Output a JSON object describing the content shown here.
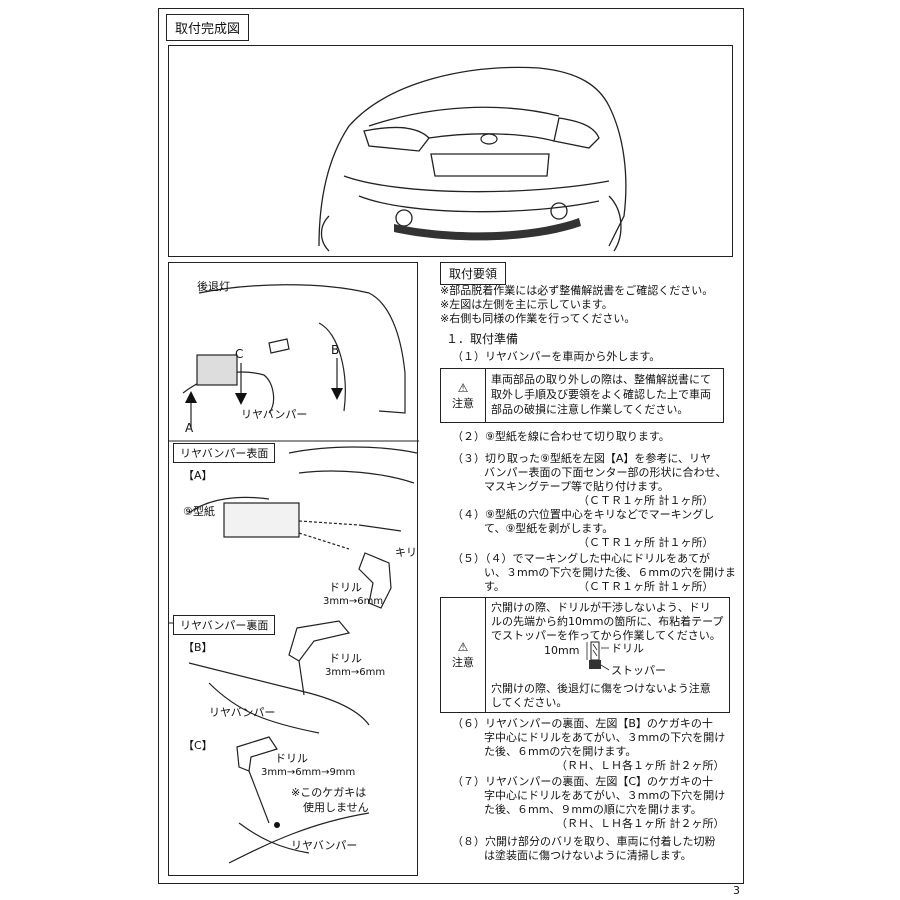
{
  "title": "取付完成図",
  "left_panel": {
    "light_label": "後退灯",
    "label_c": "C",
    "label_b": "B",
    "label_a": "A",
    "bumper_label_1": "リヤバンパー",
    "front_header": "リヤバンパー表面",
    "front_sub": "【A】",
    "template_label": "⑨型紙",
    "awl_label": "キリ",
    "drill_label_1": "ドリル",
    "drill_size_1": "3mm→6mm",
    "back_header": "リヤバンパー裏面",
    "back_sub": "【B】",
    "drill_label_2": "ドリル",
    "drill_size_2": "3mm→6mm",
    "bumper_label_2": "リヤバンパー",
    "c_sub": "【C】",
    "drill_label_3": "ドリル",
    "drill_size_3": "3mm→6mm→9mm",
    "note_unused_1": "※このケガキは",
    "note_unused_2": "使用しません",
    "bumper_label_3": "リヤバンパー"
  },
  "right_panel": {
    "header": "取付要領",
    "notes": [
      "※部品脱着作業には必ず整備解説書をご確認ください。",
      "※左図は左側を主に示しています。",
      "※右側も同様の作業を行ってください。"
    ],
    "section_1": "１．取付準備",
    "step_1": "（１）リヤバンパーを車両から外します。",
    "caution_label": "注意",
    "caution_1_lines": [
      "車両部品の取り外しの際は、整備解説書にて",
      "取外し手順及び要領をよく確認した上で車両",
      "部品の破損に注意し作業してください。"
    ],
    "step_2": "（２）⑨型紙を線に合わせて切り取ります。",
    "step_3_lines": [
      "（３）切り取った⑨型紙を左図【A】を参考に、リヤ",
      "バンパー表面の下面センター部の形状に合わせ、",
      "マスキングテープ等で貼り付けます。"
    ],
    "step_3_count": "（ＣＴＲ１ヶ所 計１ヶ所）",
    "step_4_lines": [
      "（４）⑨型紙の穴位置中心をキリなどでマーキングし",
      "て、⑨型紙を剥がします。"
    ],
    "step_4_count": "（ＣＴＲ１ヶ所 計１ヶ所）",
    "step_5_lines": [
      "（５）（４）でマーキングした中心にドリルをあてが",
      "い、３mmの下穴を開けた後、６mmの穴を開けま",
      "す。"
    ],
    "step_5_count": "（ＣＴＲ１ヶ所 計１ヶ所）",
    "caution_2_lines": [
      "穴開けの際、ドリルが干渉しないよう、ドリ",
      "ルの先端から約10mmの箇所に、布粘着テープ",
      "でストッパーを作ってから作業してください。"
    ],
    "caution_2_dim": "10mm",
    "caution_2_drill": "ドリル",
    "caution_2_stopper": "ストッパー",
    "caution_2_tail": [
      "穴開けの際、後退灯に傷をつけないよう注意",
      "してください。"
    ],
    "step_6_lines": [
      "（６）リヤバンパーの裏面、左図【B】のケガキの十",
      "字中心にドリルをあてがい、３mmの下穴を開け",
      "た後、６mmの穴を開けます。"
    ],
    "step_6_count": "（ＲＨ、ＬＨ各１ヶ所 計２ヶ所）",
    "step_7_lines": [
      "（７）リヤバンパーの裏面、左図【C】のケガキの十",
      "字中心にドリルをあてがい、３mmの下穴を開け",
      "た後、６mm、９mmの順に穴を開けます。"
    ],
    "step_7_count": "（ＲＨ、ＬＨ各１ヶ所 計２ヶ所）",
    "step_8_lines": [
      "（８）穴開け部分のバリを取り、車両に付着した切粉",
      "は塗装面に傷つけないように清掃します。"
    ]
  },
  "page_number": "3"
}
